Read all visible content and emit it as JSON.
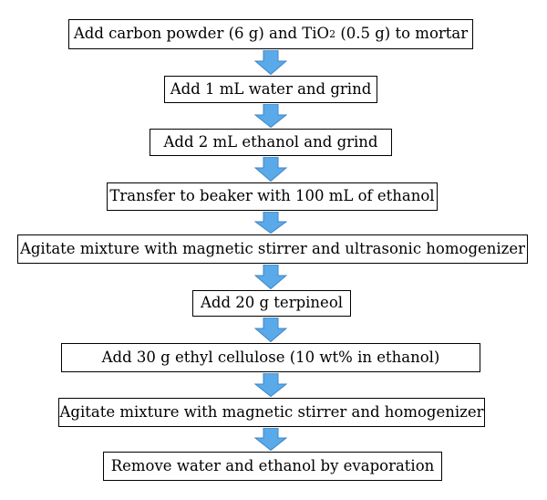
{
  "diagram": {
    "colors": {
      "arrow_fill": "#5aa9e8",
      "arrow_stroke": "#3d86c9",
      "box_border": "#000000",
      "text": "#000000"
    },
    "steps": [
      {
        "id": "s1",
        "pre": "Add carbon powder (6 g) and TiO",
        "sub": "2",
        "post": " (0.5 g) to mortar"
      },
      {
        "id": "s2",
        "pre": "Add 1 mL water and grind",
        "sub": "",
        "post": ""
      },
      {
        "id": "s3",
        "pre": "Add 2 mL ethanol and grind",
        "sub": "",
        "post": ""
      },
      {
        "id": "s4",
        "pre": "Transfer to beaker with 100 mL of ethanol",
        "sub": "",
        "post": ""
      },
      {
        "id": "s5",
        "pre": "Agitate mixture with magnetic stirrer and ultrasonic homogenizer",
        "sub": "",
        "post": ""
      },
      {
        "id": "s6",
        "pre": "Add 20 g terpineol",
        "sub": "",
        "post": ""
      },
      {
        "id": "s7",
        "pre": "Add 30 g ethyl cellulose (10 wt% in ethanol)",
        "sub": "",
        "post": ""
      },
      {
        "id": "s8",
        "pre": "Agitate mixture with magnetic stirrer and homogenizer",
        "sub": "",
        "post": ""
      },
      {
        "id": "s9",
        "pre": "Remove water and ethanol by evaporation",
        "sub": "",
        "post": ""
      }
    ],
    "edges": [
      {
        "from": "s1",
        "to": "s2"
      },
      {
        "from": "s2",
        "to": "s3"
      },
      {
        "from": "s3",
        "to": "s4"
      },
      {
        "from": "s4",
        "to": "s5"
      },
      {
        "from": "s5",
        "to": "s6"
      },
      {
        "from": "s6",
        "to": "s7"
      },
      {
        "from": "s7",
        "to": "s8"
      },
      {
        "from": "s8",
        "to": "s9"
      }
    ]
  }
}
